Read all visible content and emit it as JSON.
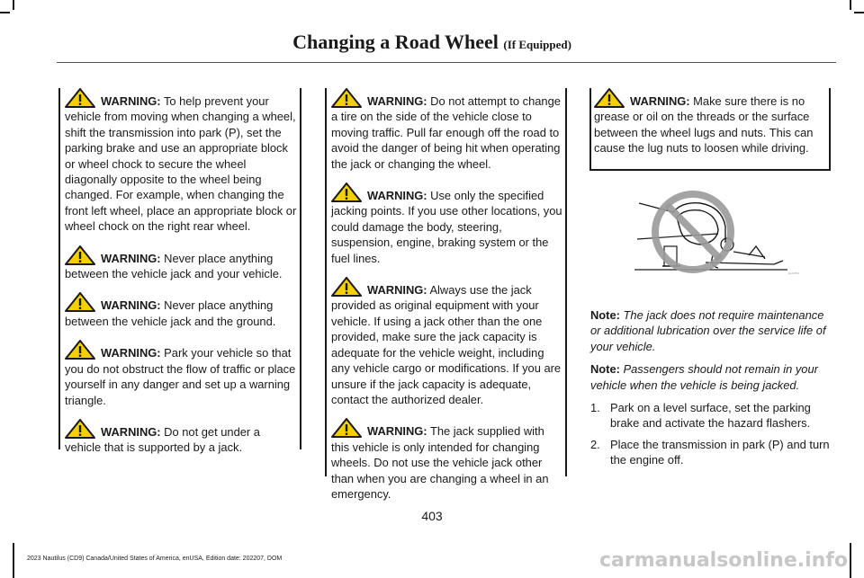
{
  "header": {
    "title": "Changing a Road Wheel",
    "subtitle": "(If Equipped)"
  },
  "column1": {
    "warnings": [
      {
        "label": "WARNING:",
        "text": " To help prevent your vehicle from moving when changing a wheel, shift the transmission into park (P), set the parking brake and use an appropriate block or wheel chock to secure the wheel diagonally opposite to the wheel being changed. For example, when changing the front left wheel, place an appropriate block or wheel chock on the right rear wheel."
      },
      {
        "label": "WARNING:",
        "text": " Never place anything between the vehicle jack and your vehicle."
      },
      {
        "label": "WARNING:",
        "text": " Never place anything between the vehicle jack and the ground."
      },
      {
        "label": "WARNING:",
        "text": " Park your vehicle so that you do not obstruct the flow of traffic or place yourself in any danger and set up a warning triangle."
      },
      {
        "label": "WARNING:",
        "text": " Do not get under a vehicle that is supported by a jack."
      }
    ]
  },
  "column2": {
    "warnings": [
      {
        "label": "WARNING:",
        "text": " Do not attempt to change a tire on the side of the vehicle close to moving traffic. Pull far enough off the road to avoid the danger of being hit when operating the jack or changing the wheel."
      },
      {
        "label": "WARNING:",
        "text": " Use only the specified jacking points. If you use other locations, you could damage the body, steering, suspension, engine, braking system or the fuel lines."
      },
      {
        "label": "WARNING:",
        "text": " Always use the jack provided as original equipment with your vehicle. If using a jack other than the one provided, make sure the jack capacity is adequate for the vehicle weight, including any vehicle cargo or modifications. If you are unsure if the jack capacity is adequate, contact the authorized dealer."
      },
      {
        "label": "WARNING:",
        "text": " The jack supplied with this vehicle is only intended for changing wheels. Do not use the vehicle jack other than when you are changing a wheel in an emergency."
      }
    ]
  },
  "column3": {
    "warning": {
      "label": "WARNING:",
      "text": " Make sure there is no grease or oil on the threads or the surface between the wheel lugs and nuts. This can cause the lug nuts to loosen while driving."
    },
    "image_code": "E142551",
    "notes": [
      {
        "label": "Note:",
        "text": " The jack does not require maintenance or additional lubrication over the service life of your vehicle."
      },
      {
        "label": "Note:",
        "text": " Passengers should not remain in your vehicle when the vehicle is being jacked."
      }
    ],
    "steps": [
      {
        "num": "1.",
        "text": "Park on a level surface, set the parking brake and activate the hazard flashers."
      },
      {
        "num": "2.",
        "text": "Place the transmission in park (P) and turn the engine off."
      }
    ]
  },
  "footer": {
    "page_number": "403",
    "edition": "2023 Nautilus (CD9) Canada/United States of America, enUSA, Edition date: 202207, DOM",
    "watermark": "carmanualsonline.info"
  },
  "colors": {
    "text": "#1a1a1a",
    "warning_yellow": "#f5d000",
    "prohibition_gray": "#9a9a9a",
    "watermark": "#c7c7c7"
  }
}
